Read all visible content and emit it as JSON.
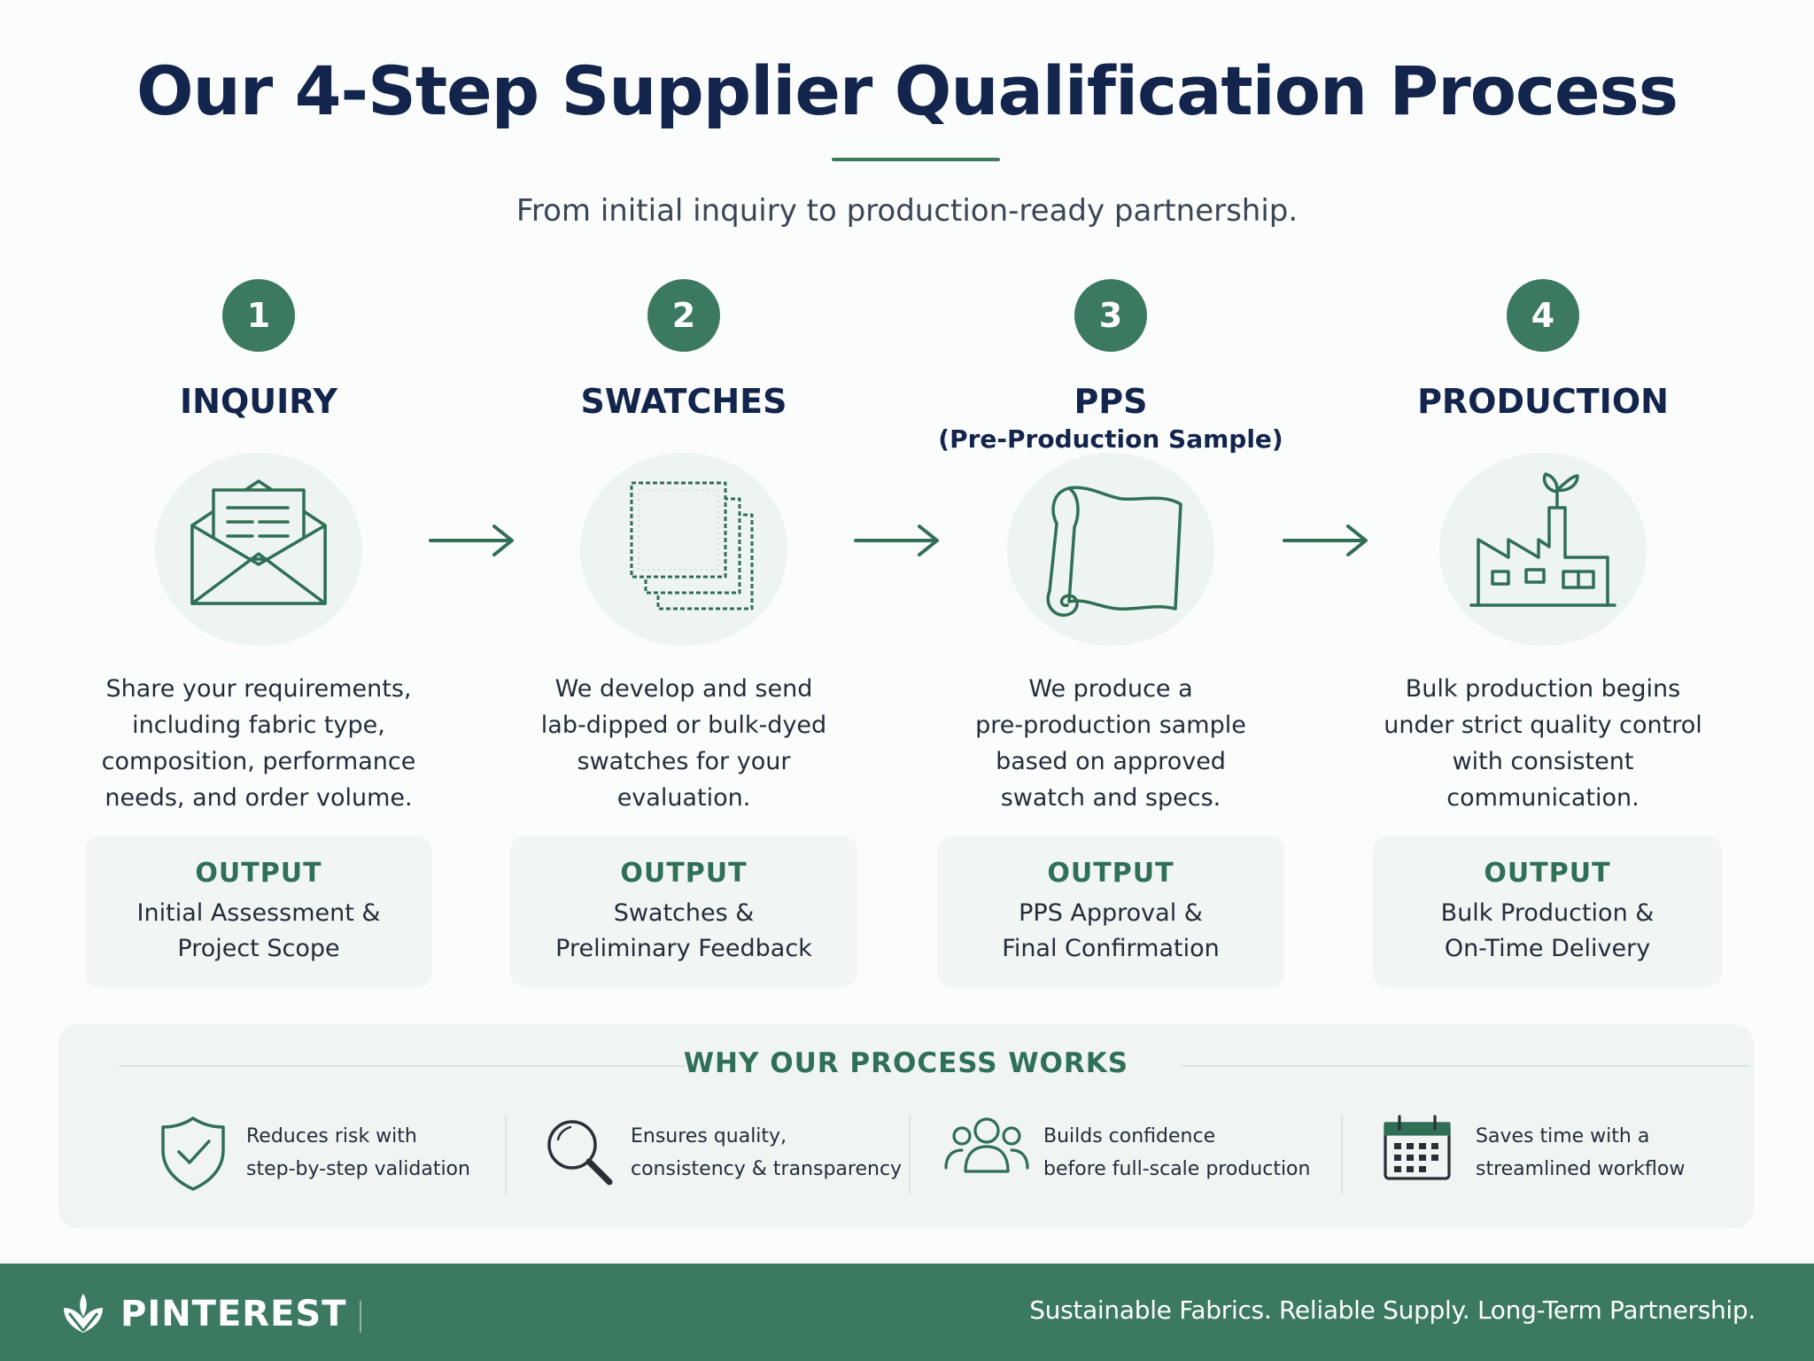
{
  "title": "Our 4-Step Supplier Qualification Process",
  "subtitle": "From initial inquiry to production-ready partnership.",
  "steps": [
    {
      "number": "1",
      "name": "INQUIRY",
      "subname": "",
      "icon": "envelope-letter-icon",
      "desc": [
        "Share your requirements,",
        "including fabric type,",
        "composition, performance",
        "needs, and order volume."
      ],
      "output_label": "OUTPUT",
      "output": [
        "Initial Assessment &",
        "Project Scope"
      ]
    },
    {
      "number": "2",
      "name": "SWATCHES",
      "subname": "",
      "icon": "fabric-swatches-icon",
      "desc": [
        "We develop and send",
        "lab-dipped or bulk-dyed",
        "swatches for your",
        "evaluation."
      ],
      "output_label": "OUTPUT",
      "output": [
        "Swatches &",
        "Preliminary Feedback"
      ]
    },
    {
      "number": "3",
      "name": "PPS",
      "subname": "(Pre-Production Sample)",
      "icon": "fabric-roll-icon",
      "desc": [
        "We produce a",
        "pre-production sample",
        "based on approved",
        "swatch and specs."
      ],
      "output_label": "OUTPUT",
      "output": [
        "PPS Approval &",
        "Final Confirmation"
      ]
    },
    {
      "number": "4",
      "name": "PRODUCTION",
      "subname": "",
      "icon": "factory-icon",
      "desc": [
        "Bulk production begins",
        "under strict quality control",
        "with consistent",
        "communication."
      ],
      "output_label": "OUTPUT",
      "output": [
        "Bulk Production &",
        "On-Time Delivery"
      ]
    }
  ],
  "why": {
    "title": "WHY OUR PROCESS WORKS",
    "items": [
      {
        "icon": "shield-check-icon",
        "lines": [
          "Reduces risk with",
          "step-by-step validation"
        ]
      },
      {
        "icon": "magnifier-icon",
        "lines": [
          "Ensures quality,",
          "consistency & transparency"
        ]
      },
      {
        "icon": "people-icon",
        "lines": [
          "Builds confidence",
          "before full-scale production"
        ]
      },
      {
        "icon": "calendar-icon",
        "lines": [
          "Saves time with a",
          "streamlined workflow"
        ]
      }
    ]
  },
  "footer": {
    "brand": "PINTEREST",
    "tagline": "Sustainable Fabrics.  Reliable Supply.  Long-Term Partnership."
  },
  "colors": {
    "accent": "#3b7a60",
    "navy": "#13254d",
    "circle_bg": "#edf4f1"
  }
}
